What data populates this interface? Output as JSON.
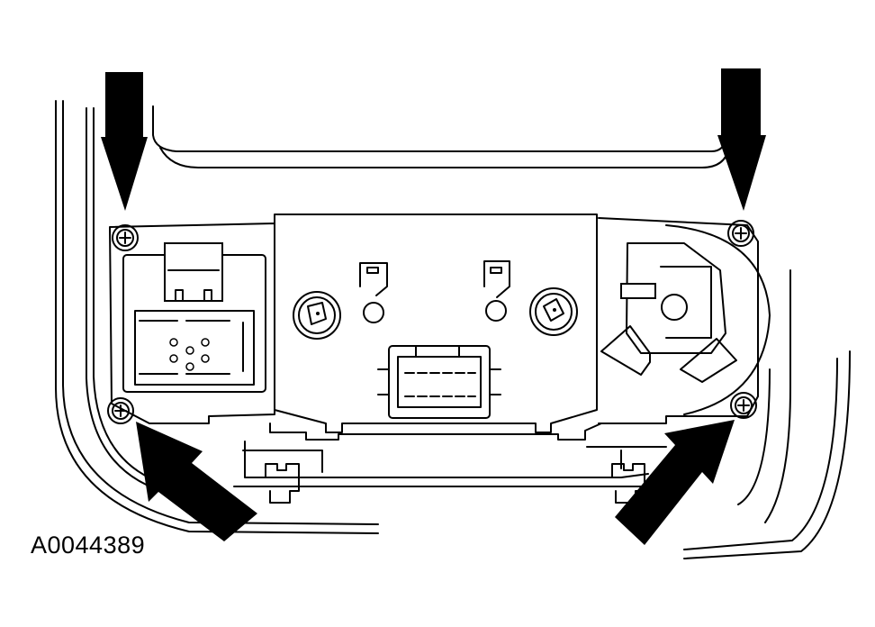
{
  "figure": {
    "id_label": "A0044389"
  },
  "callouts": {
    "screw_count": 4,
    "arrow_count": 4
  },
  "colors": {
    "ink": "#000000",
    "paper": "#ffffff"
  }
}
